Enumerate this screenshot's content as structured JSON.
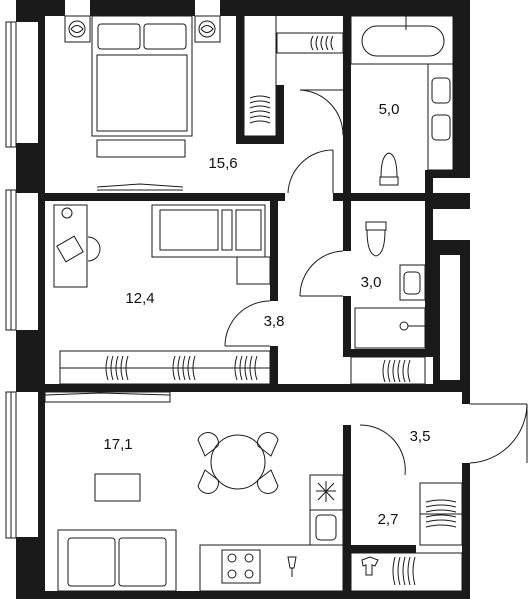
{
  "rooms": [
    {
      "id": "bedroom",
      "area": "15,6"
    },
    {
      "id": "bathroom",
      "area": "5,0"
    },
    {
      "id": "study",
      "area": "12,4"
    },
    {
      "id": "wc",
      "area": "3,0"
    },
    {
      "id": "corridor",
      "area": "3,8"
    },
    {
      "id": "living-kitchen",
      "area": "17,1"
    },
    {
      "id": "hall",
      "area": "3,5"
    },
    {
      "id": "wardrobe",
      "area": "2,7"
    }
  ],
  "colors": {
    "wall": "#1a1a1a",
    "line": "#1a1a1a",
    "background": "#ffffff"
  }
}
